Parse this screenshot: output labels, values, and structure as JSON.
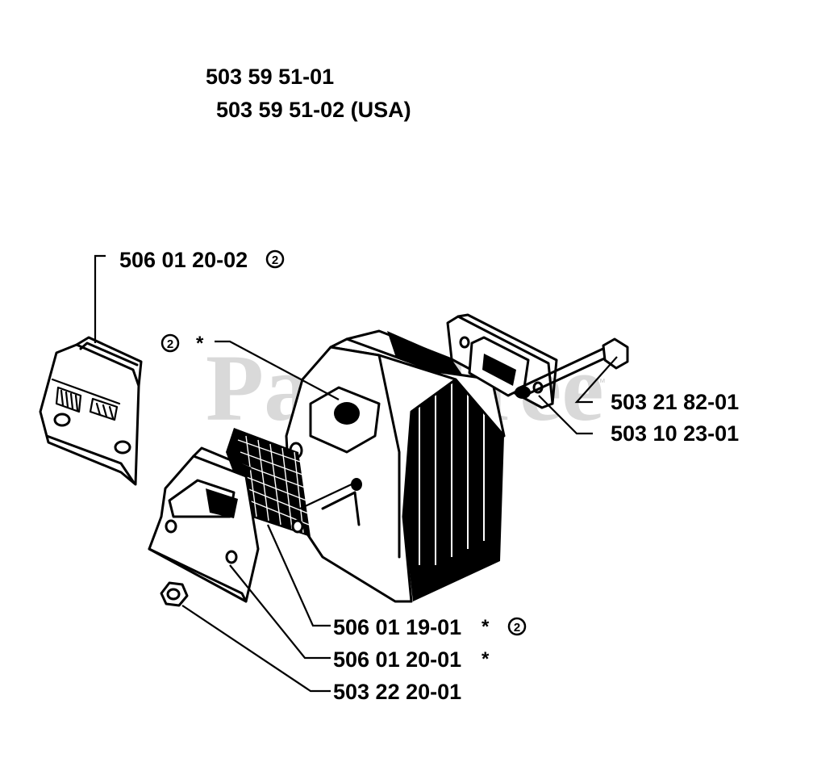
{
  "header": {
    "assembly_number_1": "503 59 51-01",
    "assembly_number_2": "503 59 51-02 (USA)"
  },
  "watermark": {
    "text": "PartsTree",
    "trademark": "™"
  },
  "callouts": {
    "spark_arrestor_plate": {
      "part_number": "506 01 20-02",
      "note_mark": "2"
    },
    "muffler_top": {
      "note_mark": "2",
      "star": "*"
    },
    "bolt": {
      "part_number": "503 21 82-01"
    },
    "gasket": {
      "part_number": "503 10 23-01"
    },
    "screen": {
      "part_number": "506 01 19-01",
      "star": "*",
      "note_mark": "2"
    },
    "cover_plate": {
      "part_number": "506 01 20-01",
      "star": "*"
    },
    "nut": {
      "part_number": "503 22 20-01"
    }
  }
}
